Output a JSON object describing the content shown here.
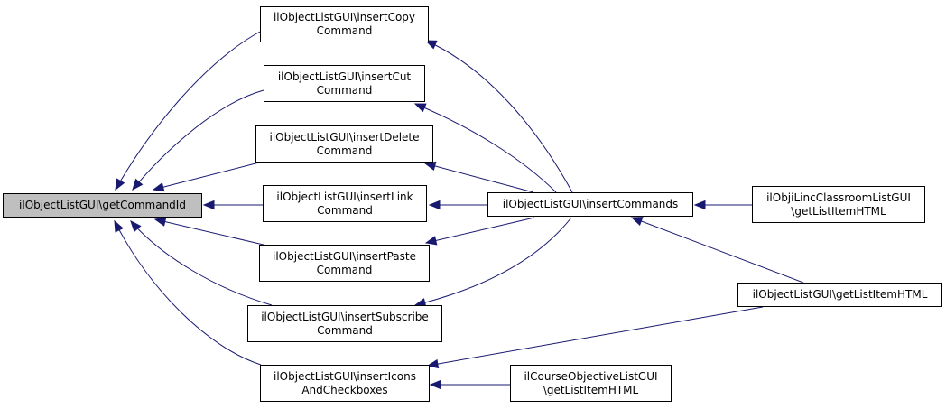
{
  "graph": {
    "colors": {
      "edge": "#191970",
      "focus_fill": "#bfbfbf",
      "node_border": "#000000"
    },
    "nodes": {
      "getCommandId": {
        "lines": [
          "ilObjectListGUI\\getCommandId"
        ]
      },
      "insertCopy": {
        "lines": [
          "ilObjectListGUI\\insertCopy",
          "Command"
        ]
      },
      "insertCut": {
        "lines": [
          "ilObjectListGUI\\insertCut",
          "Command"
        ]
      },
      "insertDelete": {
        "lines": [
          "ilObjectListGUI\\insertDelete",
          "Command"
        ]
      },
      "insertLink": {
        "lines": [
          "ilObjectListGUI\\insertLink",
          "Command"
        ]
      },
      "insertPaste": {
        "lines": [
          "ilObjectListGUI\\insertPaste",
          "Command"
        ]
      },
      "insertSubscribe": {
        "lines": [
          "ilObjectListGUI\\insertSubscribe",
          "Command"
        ]
      },
      "insertIcons": {
        "lines": [
          "ilObjectListGUI\\insertIcons",
          "AndCheckboxes"
        ]
      },
      "insertCommands": {
        "lines": [
          "ilObjectListGUI\\insertCommands"
        ]
      },
      "lincGetListItem": {
        "lines": [
          "ilObjiLincClassroomListGUI",
          "\\getListItemHTML"
        ]
      },
      "getListItem": {
        "lines": [
          "ilObjectListGUI\\getListItemHTML"
        ]
      },
      "courseGetListItem": {
        "lines": [
          "ilCourseObjectiveListGUI",
          "\\getListItemHTML"
        ]
      }
    },
    "edges": [
      {
        "from": "insertCopy",
        "to": "getCommandId"
      },
      {
        "from": "insertCut",
        "to": "getCommandId"
      },
      {
        "from": "insertDelete",
        "to": "getCommandId"
      },
      {
        "from": "insertLink",
        "to": "getCommandId"
      },
      {
        "from": "insertPaste",
        "to": "getCommandId"
      },
      {
        "from": "insertSubscribe",
        "to": "getCommandId"
      },
      {
        "from": "insertIcons",
        "to": "getCommandId"
      },
      {
        "from": "insertCommands",
        "to": "insertCopy"
      },
      {
        "from": "insertCommands",
        "to": "insertCut"
      },
      {
        "from": "insertCommands",
        "to": "insertDelete"
      },
      {
        "from": "insertCommands",
        "to": "insertLink"
      },
      {
        "from": "insertCommands",
        "to": "insertPaste"
      },
      {
        "from": "insertCommands",
        "to": "insertSubscribe"
      },
      {
        "from": "lincGetListItem",
        "to": "insertCommands"
      },
      {
        "from": "getListItem",
        "to": "insertCommands"
      },
      {
        "from": "getListItem",
        "to": "insertIcons"
      },
      {
        "from": "courseGetListItem",
        "to": "insertIcons"
      }
    ]
  }
}
